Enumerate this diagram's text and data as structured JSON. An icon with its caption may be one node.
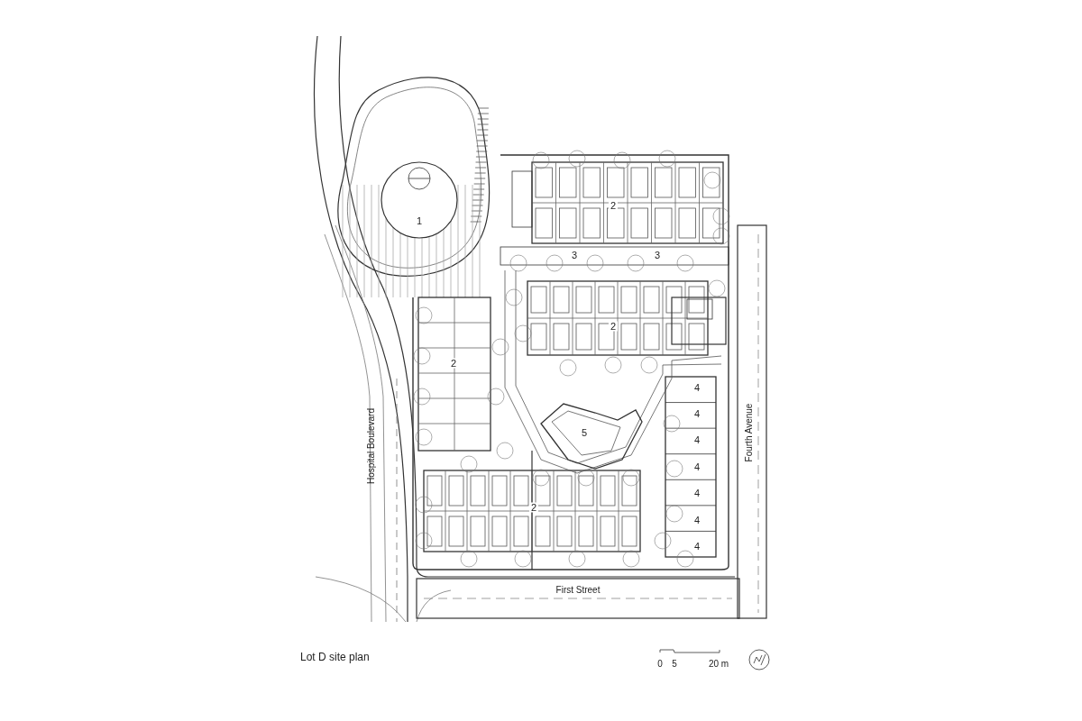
{
  "diagram": {
    "caption": "Lot D site plan",
    "labels": [
      "1",
      "2",
      "3",
      "3",
      "2",
      "2",
      "4",
      "4",
      "4",
      "4",
      "4",
      "4",
      "4",
      "5",
      "Hospital Boulevard",
      "Fourth Avenue",
      "2",
      "First Street",
      "0",
      "5",
      "20 m"
    ]
  }
}
